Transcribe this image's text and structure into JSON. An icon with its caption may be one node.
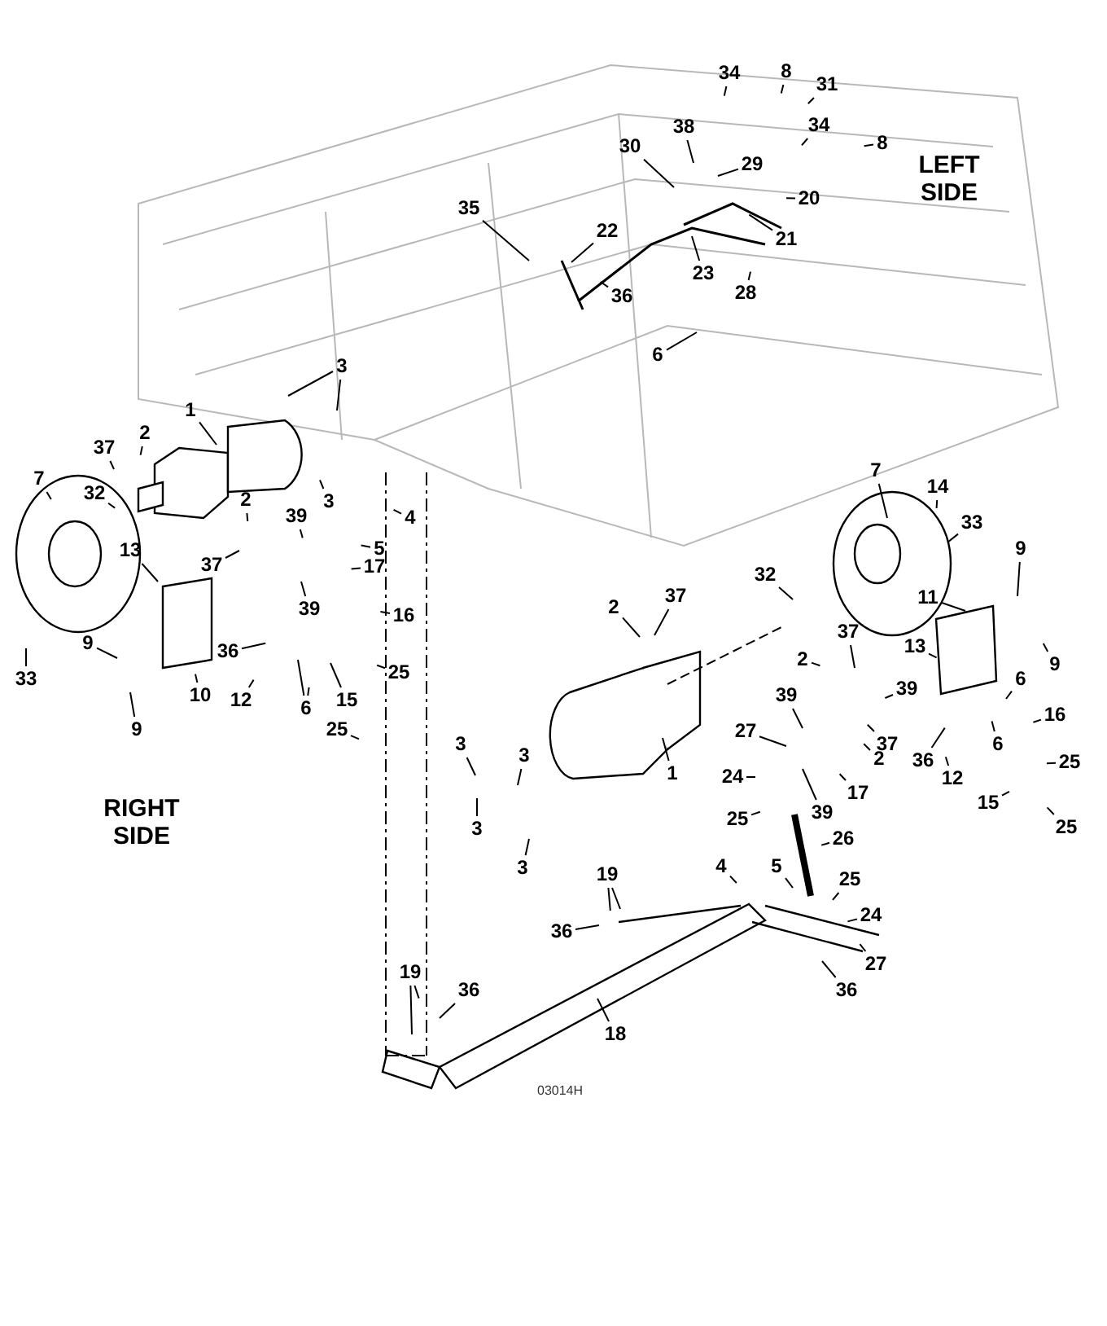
{
  "diagram": {
    "nodes": [
      {
        "text": [
          "34"
        ]
      },
      {
        "text": [
          "8"
        ]
      },
      {
        "text": [
          "31"
        ]
      },
      {
        "text": [
          "38"
        ]
      },
      {
        "text": [
          "34"
        ]
      },
      {
        "text": [
          "8"
        ]
      },
      {
        "text": [
          "30"
        ]
      },
      {
        "text": [
          "29"
        ]
      },
      {
        "text": [
          "20"
        ]
      },
      {
        "text": [
          "35"
        ]
      },
      {
        "text": [
          "22"
        ]
      },
      {
        "text": [
          "21"
        ]
      },
      {
        "text": [
          "23"
        ]
      },
      {
        "text": [
          "28"
        ]
      },
      {
        "text": [
          "36"
        ]
      },
      {
        "text": [
          "6"
        ]
      },
      {
        "text": [
          "3"
        ]
      },
      {
        "text": [
          "1"
        ]
      },
      {
        "text": [
          "2"
        ]
      },
      {
        "text": [
          "37"
        ]
      },
      {
        "text": [
          "7"
        ]
      },
      {
        "text": [
          "14"
        ]
      },
      {
        "text": [
          "7"
        ]
      },
      {
        "text": [
          "32"
        ]
      },
      {
        "text": [
          "2"
        ]
      },
      {
        "text": [
          "3"
        ]
      },
      {
        "text": [
          "39"
        ]
      },
      {
        "text": [
          "4"
        ]
      },
      {
        "text": [
          "33"
        ]
      },
      {
        "text": [
          "5"
        ]
      },
      {
        "text": [
          "9"
        ]
      },
      {
        "text": [
          "13"
        ]
      },
      {
        "text": [
          "37"
        ]
      },
      {
        "text": [
          "17"
        ]
      },
      {
        "text": [
          "32"
        ]
      },
      {
        "text": [
          "37"
        ]
      },
      {
        "text": [
          "11"
        ]
      },
      {
        "text": [
          "2"
        ]
      },
      {
        "text": [
          "39"
        ]
      },
      {
        "text": [
          "16"
        ]
      },
      {
        "text": [
          "9"
        ]
      },
      {
        "text": [
          "37"
        ]
      },
      {
        "text": [
          "13"
        ]
      },
      {
        "text": [
          "36"
        ]
      },
      {
        "text": [
          "2"
        ]
      },
      {
        "text": [
          "9"
        ]
      },
      {
        "text": [
          "25"
        ]
      },
      {
        "text": [
          "33"
        ]
      },
      {
        "text": [
          "6"
        ]
      },
      {
        "text": [
          "39"
        ]
      },
      {
        "text": [
          "39"
        ]
      },
      {
        "text": [
          "10"
        ]
      },
      {
        "text": [
          "12"
        ]
      },
      {
        "text": [
          "15"
        ]
      },
      {
        "text": [
          "6"
        ]
      },
      {
        "text": [
          "16"
        ]
      },
      {
        "text": [
          "9"
        ]
      },
      {
        "text": [
          "25"
        ]
      },
      {
        "text": [
          "27"
        ]
      },
      {
        "text": [
          "37"
        ]
      },
      {
        "text": [
          "6"
        ]
      },
      {
        "text": [
          "3"
        ]
      },
      {
        "text": [
          "36"
        ]
      },
      {
        "text": [
          "3"
        ]
      },
      {
        "text": [
          "2"
        ]
      },
      {
        "text": [
          "25"
        ]
      },
      {
        "text": [
          "1"
        ]
      },
      {
        "text": [
          "24"
        ]
      },
      {
        "text": [
          "12"
        ]
      },
      {
        "text": [
          "17"
        ]
      },
      {
        "text": [
          "15"
        ]
      },
      {
        "text": [
          "39"
        ]
      },
      {
        "text": [
          "25"
        ]
      },
      {
        "text": [
          "25"
        ]
      },
      {
        "text": [
          "3"
        ]
      },
      {
        "text": [
          "26"
        ]
      },
      {
        "text": [
          "3"
        ]
      },
      {
        "text": [
          "4"
        ]
      },
      {
        "text": [
          "5"
        ]
      },
      {
        "text": [
          "19"
        ]
      },
      {
        "text": [
          "25"
        ]
      },
      {
        "text": [
          "24"
        ]
      },
      {
        "text": [
          "36"
        ]
      },
      {
        "text": [
          "27"
        ]
      },
      {
        "text": [
          "19"
        ]
      },
      {
        "text": [
          "36"
        ]
      },
      {
        "text": [
          "36"
        ]
      },
      {
        "text": [
          "18"
        ]
      }
    ],
    "edges": [
      {
        "from": 0,
        "to": null,
        "arrow": "none"
      },
      {
        "from": 1,
        "to": null,
        "arrow": "none"
      },
      {
        "from": 2,
        "to": null,
        "arrow": "none"
      },
      {
        "from": 3,
        "to": null,
        "arrow": "none"
      },
      {
        "from": 4,
        "to": null,
        "arrow": "none"
      },
      {
        "from": 5,
        "to": null,
        "arrow": "none"
      },
      {
        "from": 6,
        "to": null,
        "arrow": "none"
      },
      {
        "from": 7,
        "to": null,
        "arrow": "none"
      },
      {
        "from": 8,
        "to": null,
        "arrow": "none"
      },
      {
        "from": 9,
        "to": null,
        "arrow": "none"
      },
      {
        "from": 10,
        "to": null,
        "arrow": "none"
      },
      {
        "from": 11,
        "to": null,
        "arrow": "none"
      },
      {
        "from": 12,
        "to": null,
        "arrow": "none"
      },
      {
        "from": 13,
        "to": null,
        "arrow": "none"
      },
      {
        "from": 14,
        "to": null,
        "arrow": "none"
      },
      {
        "from": 15,
        "to": null,
        "arrow": "none"
      },
      {
        "from": 16,
        "to": null,
        "arrow": "none"
      },
      {
        "from": 16,
        "to": null,
        "arrow": "none"
      },
      {
        "from": 17,
        "to": null,
        "arrow": "none"
      },
      {
        "from": 18,
        "to": null,
        "arrow": "none"
      },
      {
        "from": 19,
        "to": null,
        "arrow": "none"
      },
      {
        "from": 20,
        "to": null,
        "arrow": "none"
      },
      {
        "from": 21,
        "to": null,
        "arrow": "none"
      },
      {
        "from": 22,
        "to": null,
        "arrow": "none"
      },
      {
        "from": 23,
        "to": null,
        "arrow": "none"
      },
      {
        "from": 24,
        "to": null,
        "arrow": "none"
      },
      {
        "from": 25,
        "to": null,
        "arrow": "none"
      },
      {
        "from": 26,
        "to": null,
        "arrow": "none"
      },
      {
        "from": 27,
        "to": null,
        "arrow": "none"
      },
      {
        "from": 28,
        "to": null,
        "arrow": "none"
      },
      {
        "from": 29,
        "to": null,
        "arrow": "none"
      },
      {
        "from": 30,
        "to": null,
        "arrow": "none"
      },
      {
        "from": 31,
        "to": null,
        "arrow": "none"
      },
      {
        "from": 32,
        "to": null,
        "arrow": "none"
      },
      {
        "from": 33,
        "to": null,
        "arrow": "none"
      },
      {
        "from": 34,
        "to": null,
        "arrow": "none"
      },
      {
        "from": 35,
        "to": null,
        "arrow": "none"
      },
      {
        "from": 36,
        "to": null,
        "arrow": "none"
      },
      {
        "from": 37,
        "to": null,
        "arrow": "none"
      },
      {
        "from": 38,
        "to": null,
        "arrow": "none"
      },
      {
        "from": 39,
        "to": null,
        "arrow": "none"
      },
      {
        "from": 40,
        "to": null,
        "arrow": "none"
      },
      {
        "from": 41,
        "to": null,
        "arrow": "none"
      },
      {
        "from": 42,
        "to": null,
        "arrow": "none"
      },
      {
        "from": 43,
        "to": null,
        "arrow": "none"
      },
      {
        "from": 44,
        "to": null,
        "arrow": "none"
      },
      {
        "from": 45,
        "to": null,
        "arrow": "none"
      },
      {
        "from": 46,
        "to": null,
        "arrow": "none"
      },
      {
        "from": 47,
        "to": null,
        "arrow": "none"
      },
      {
        "from": 48,
        "to": null,
        "arrow": "none"
      },
      {
        "from": 49,
        "to": null,
        "arrow": "none"
      },
      {
        "from": 50,
        "to": null,
        "arrow": "none"
      },
      {
        "from": 51,
        "to": null,
        "arrow": "none"
      },
      {
        "from": 52,
        "to": null,
        "arrow": "none"
      },
      {
        "from": 53,
        "to": null,
        "arrow": "none"
      },
      {
        "from": 54,
        "to": null,
        "arrow": "none"
      },
      {
        "from": 54,
        "to": null,
        "arrow": "none"
      },
      {
        "from": 55,
        "to": null,
        "arrow": "none"
      },
      {
        "from": 56,
        "to": null,
        "arrow": "none"
      },
      {
        "from": 57,
        "to": null,
        "arrow": "none"
      },
      {
        "from": 58,
        "to": null,
        "arrow": "none"
      },
      {
        "from": 59,
        "to": null,
        "arrow": "none"
      },
      {
        "from": 60,
        "to": null,
        "arrow": "none"
      },
      {
        "from": 61,
        "to": null,
        "arrow": "none"
      },
      {
        "from": 62,
        "to": null,
        "arrow": "none"
      },
      {
        "from": 63,
        "to": null,
        "arrow": "none"
      },
      {
        "from": 64,
        "to": null,
        "arrow": "none"
      },
      {
        "from": 65,
        "to": null,
        "arrow": "none"
      },
      {
        "from": 66,
        "to": null,
        "arrow": "none"
      },
      {
        "from": 67,
        "to": null,
        "arrow": "none"
      },
      {
        "from": 68,
        "to": null,
        "arrow": "none"
      },
      {
        "from": 69,
        "to": null,
        "arrow": "none"
      },
      {
        "from": 70,
        "to": null,
        "arrow": "none"
      },
      {
        "from": 71,
        "to": null,
        "arrow": "none"
      },
      {
        "from": 72,
        "to": null,
        "arrow": "none"
      },
      {
        "from": 73,
        "to": null,
        "arrow": "none"
      },
      {
        "from": 74,
        "to": null,
        "arrow": "none"
      },
      {
        "from": 75,
        "to": null,
        "arrow": "none"
      },
      {
        "from": 76,
        "to": null,
        "arrow": "none"
      },
      {
        "from": 77,
        "to": null,
        "arrow": "none"
      },
      {
        "from": 78,
        "to": null,
        "arrow": "none"
      },
      {
        "from": 79,
        "to": null,
        "arrow": "none"
      },
      {
        "from": 79,
        "to": null,
        "arrow": "none"
      },
      {
        "from": 80,
        "to": null,
        "arrow": "none"
      },
      {
        "from": 81,
        "to": null,
        "arrow": "none"
      },
      {
        "from": 82,
        "to": null,
        "arrow": "none"
      },
      {
        "from": 83,
        "to": null,
        "arrow": "none"
      },
      {
        "from": 84,
        "to": null,
        "arrow": "none"
      },
      {
        "from": 84,
        "to": null,
        "arrow": "none"
      },
      {
        "from": 85,
        "to": null,
        "arrow": "none"
      },
      {
        "from": 86,
        "to": null,
        "arrow": "none"
      },
      {
        "from": 87,
        "to": null,
        "arrow": "none"
      }
    ],
    "labels": [
      "LEFT SIDE",
      "RIGHT SIDE",
      "03014H"
    ]
  }
}
